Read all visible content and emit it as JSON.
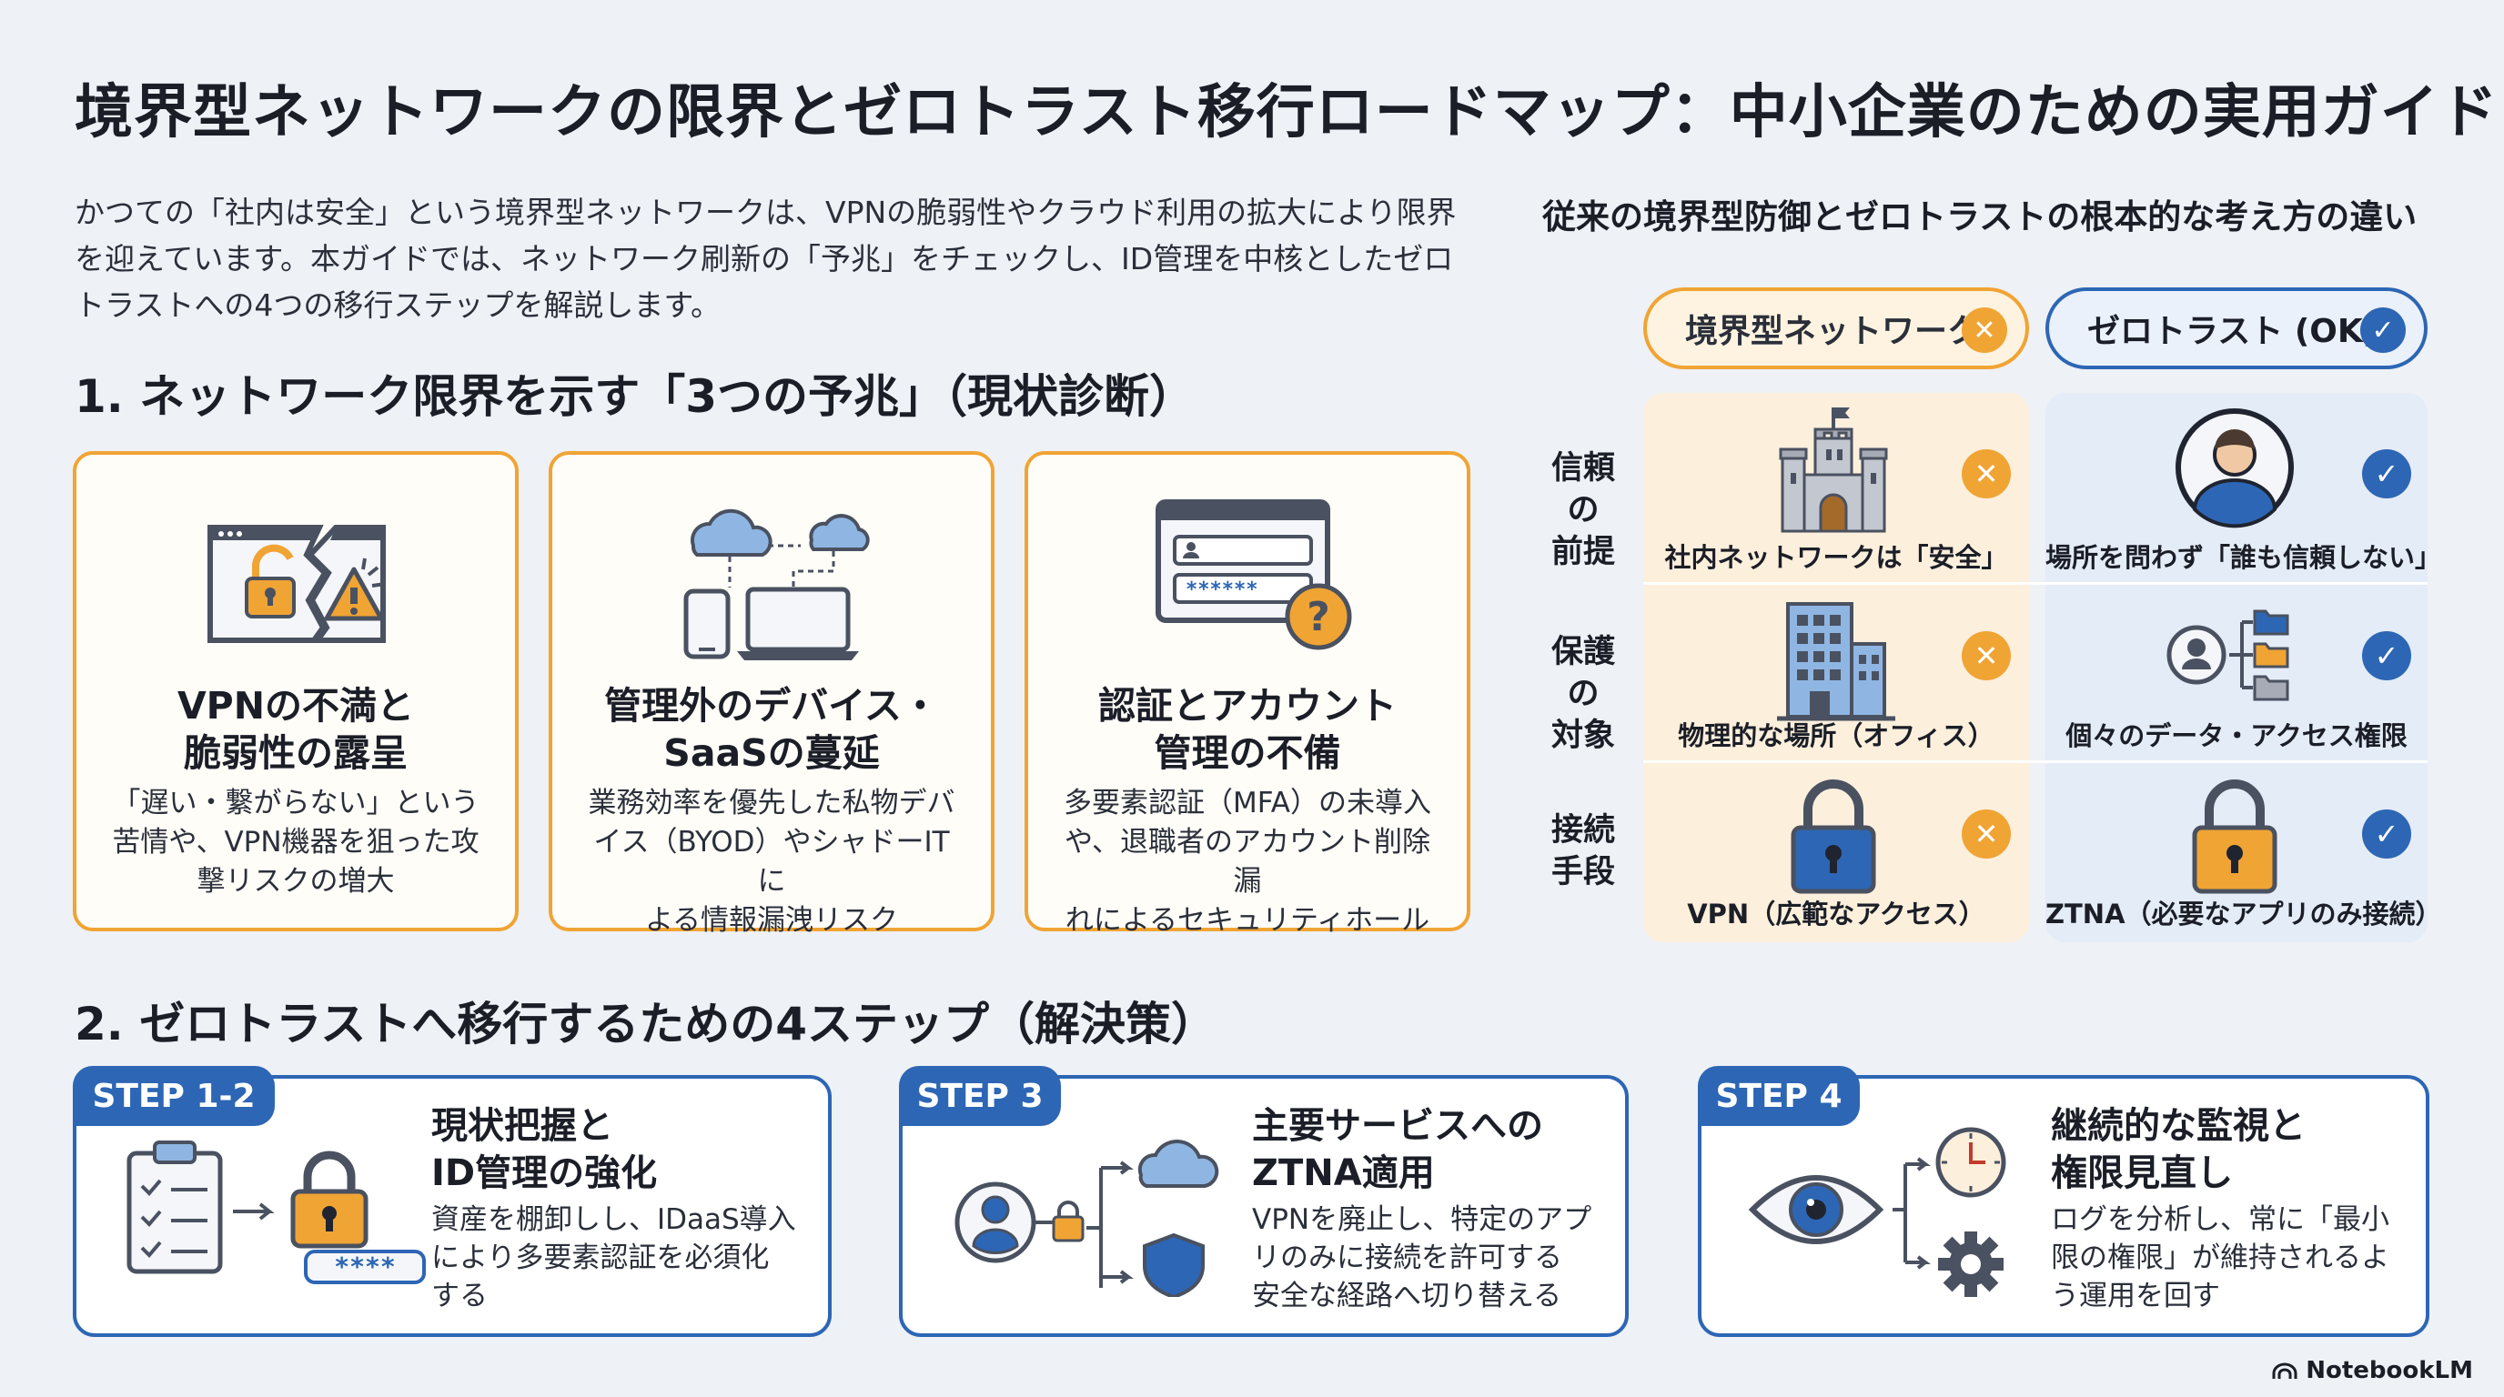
{
  "title": "境界型ネットワークの限界とゼロトラスト移行ロードマップ：中小企業のための実用ガイド",
  "intro": [
    "かつての「社内は安全」という境界型ネットワークは、VPNの脆弱性やクラウド利用の拡大により限界",
    "を迎えています。本ガイドでは、ネットワーク刷新の「予兆」をチェックし、ID管理を中核としたゼロ",
    "トラストへの4つの移行ステップを解説します。"
  ],
  "section1": {
    "title": "1. ネットワーク限界を示す「3つの予兆」（現状診断）",
    "cards": [
      {
        "icon": "broken-browser-lock-warning-icon",
        "title": [
          "VPNの不満と",
          "脆弱性の露呈"
        ],
        "desc": [
          "「遅い・繋がらない」という",
          "苦情や、VPN機器を狙った攻",
          "撃リスクの増大"
        ]
      },
      {
        "icon": "cloud-devices-icon",
        "title": [
          "管理外のデバイス・",
          "SaaSの蔓延"
        ],
        "desc": [
          "業務効率を優先した私物デバ",
          "イス（BYOD）やシャドーITに",
          "よる情報漏洩リスク"
        ]
      },
      {
        "icon": "login-form-question-icon",
        "title": [
          "認証とアカウント",
          "管理の不備"
        ],
        "desc": [
          "多要素認証（MFA）の未導入",
          "や、退職者のアカウント削除漏",
          "れによるセキュリティホール"
        ]
      }
    ],
    "password_mask": "******"
  },
  "comparison": {
    "title": "従来の境界型防御とゼロトラストの根本的な考え方の違い",
    "old_label": "境界型ネットワーク",
    "new_label": "ゼロトラスト (OK)",
    "x_mark": "✕",
    "check_mark": "✓",
    "rows": [
      {
        "label": [
          "信頼の",
          "前提"
        ],
        "old": "社内ネットワークは「安全」",
        "old_icon": "castle-icon",
        "new": "場所を問わず「誰も信頼しない」",
        "new_icon": "user-icon"
      },
      {
        "label": [
          "保護の",
          "対象"
        ],
        "old": "物理的な場所（オフィス）",
        "old_icon": "office-building-icon",
        "new": "個々のデータ・アクセス権限",
        "new_icon": "user-data-access-icon"
      },
      {
        "label": [
          "接続",
          "手段"
        ],
        "old": "VPN（広範なアクセス）",
        "old_icon": "blue-lock-icon",
        "new": "ZTNA（必要なアプリのみ接続）",
        "new_icon": "orange-lock-icon"
      }
    ]
  },
  "section2": {
    "title": "2. ゼロトラストへ移行するための4ステップ（解決策）",
    "steps": [
      {
        "tag": "STEP 1-2",
        "title": [
          "現状把握と",
          "ID管理の強化"
        ],
        "desc": [
          "資産を棚卸しし、IDaaS導入",
          "により多要素認証を必須化",
          "する"
        ],
        "pin": "****"
      },
      {
        "tag": "STEP 3",
        "title": [
          "主要サービスへの",
          "ZTNA適用"
        ],
        "desc": [
          "VPNを廃止し、特定のアプ",
          "リのみに接続を許可する",
          "安全な経路へ切り替える"
        ]
      },
      {
        "tag": "STEP 4",
        "title": [
          "継続的な監視と",
          "権限見直し"
        ],
        "desc": [
          "ログを分析し、常に「最小",
          "限の権限」が維持されるよ",
          "う運用を回す"
        ]
      }
    ]
  },
  "brand": "NotebookLM",
  "colors": {
    "orange": "#f0a434",
    "blue": "#2d66b4",
    "background": "#eef1f6"
  }
}
